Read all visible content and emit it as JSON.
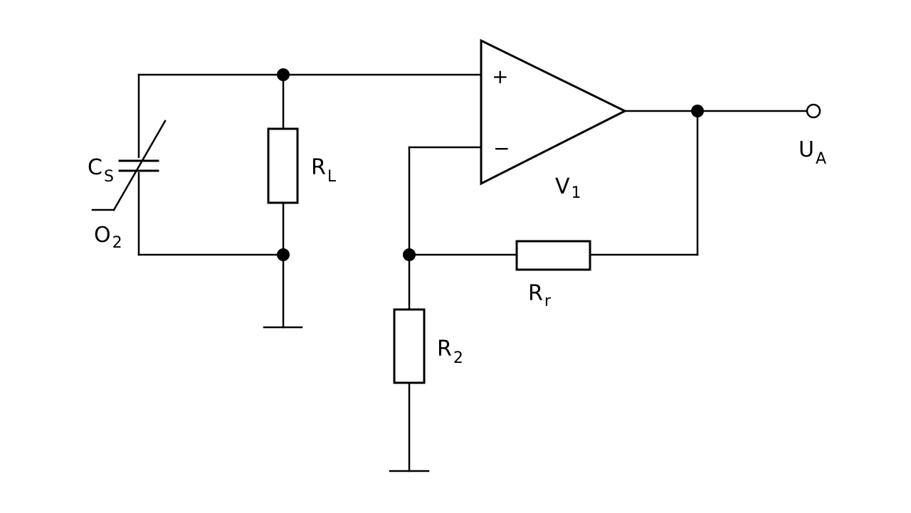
{
  "diagram": {
    "components": {
      "capacitor": {
        "label": "C",
        "subscript": "S"
      },
      "oscillator_tag": {
        "label": "O",
        "subscript": "2"
      },
      "load_resistor": {
        "label": "R",
        "subscript": "L"
      },
      "opamp": {
        "label": "V",
        "subscript": "1",
        "plus": "+",
        "minus": "−"
      },
      "feedback_resistor": {
        "label": "R",
        "subscript": "r"
      },
      "ground_resistor": {
        "label": "R",
        "subscript": "2"
      },
      "output": {
        "label": "U",
        "subscript": "A"
      }
    }
  }
}
